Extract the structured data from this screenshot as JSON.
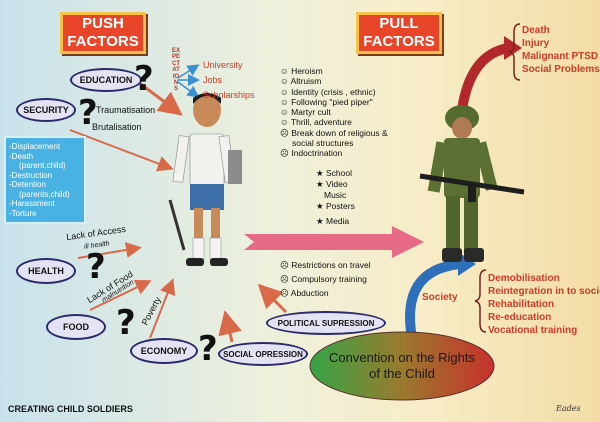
{
  "push_title": [
    "PUSH",
    "FACTORS"
  ],
  "pull_title": [
    "PULL",
    "FACTORS"
  ],
  "expectations": {
    "label": "EXPECTATIONS",
    "items": [
      "University",
      "Jobs",
      "Scholarships"
    ]
  },
  "push_nodes": {
    "education": "EDUCATION",
    "security": "SECURITY",
    "health": "HEALTH",
    "food": "FOOD",
    "economy": "ECONOMY",
    "social": "SOCIAL OPRESSION",
    "political": "POLITICAL SUPRESSION"
  },
  "edge_labels": {
    "traumatisation": "Traumatisation",
    "brutalisation": "Brutalisation",
    "lack_access": "Lack of Access",
    "ill_health": "ill health",
    "lack_food": "Lack of Food",
    "malnutrition": "malnutrition",
    "poverty": "Poverty"
  },
  "question_mark": "?",
  "security_effects": [
    "-Displacement",
    "-Death",
    "(parent,child)",
    "-Destruction",
    "-Detention",
    "(parents,child)",
    "-Harassment",
    "-Torture"
  ],
  "pull_motives": {
    "positive_icon": "☺",
    "negative_icon": "☹",
    "items": [
      {
        "icon": "☺",
        "text": "Heroism"
      },
      {
        "icon": "☺",
        "text": "Altruism"
      },
      {
        "icon": "☺",
        "text": "Identity (crisis , ethnic)"
      },
      {
        "icon": "☺",
        "text": "Following \"pied piper\""
      },
      {
        "icon": "☺",
        "text": "Martyr cult"
      },
      {
        "icon": "☺",
        "text": "Thrill, adventure"
      },
      {
        "icon": "☹",
        "text": "Break down of religious &"
      },
      {
        "icon": "",
        "text": "social structures"
      },
      {
        "icon": "☹",
        "text": "Indoctrination"
      }
    ]
  },
  "media": {
    "icon": "★",
    "items": [
      "School",
      "Video",
      "Music",
      "Posters",
      "Media"
    ]
  },
  "coercion": {
    "icon": "☹",
    "items": [
      "Restrictions on travel",
      "Compulsory training",
      "Abduction"
    ]
  },
  "consequences": [
    "Death",
    "Injury",
    "Malignant PTSD",
    "Social Problems"
  ],
  "society_label": "Society",
  "reintegration": [
    "Demobilisation",
    "Reintegration in to society",
    "Rehabilitation",
    "Re-education",
    "Vocational training"
  ],
  "convention": [
    "Convention on the Rights",
    "of the Child"
  ],
  "footer": "CREATING  CHILD SOLDIERS",
  "signature": "Eades"
}
